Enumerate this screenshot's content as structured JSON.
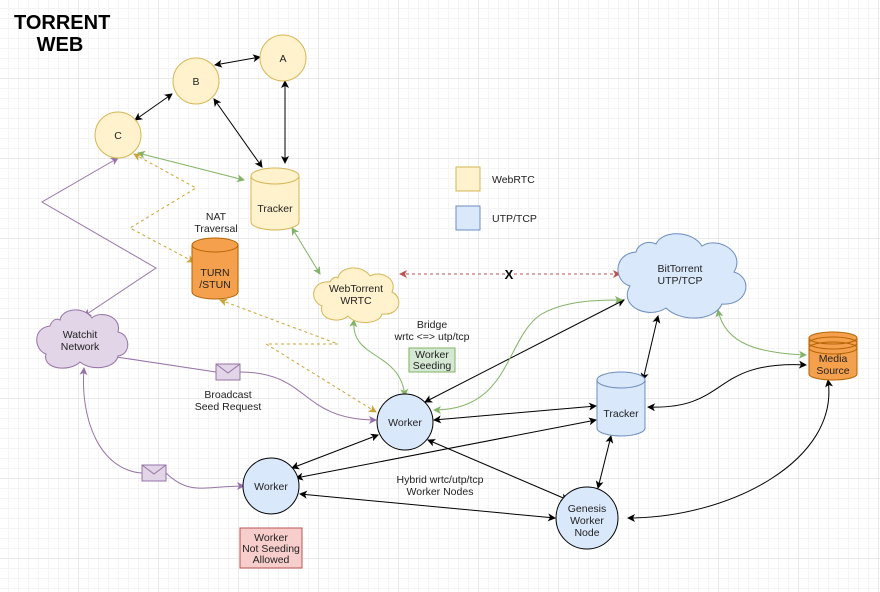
{
  "title_line1": "TORRENT",
  "title_line2": "WEB",
  "nodes": {
    "a": "A",
    "b": "B",
    "c": "C",
    "tracker_top": "Tracker",
    "turn_line1": "TURN",
    "turn_line2": "/STUN",
    "webtorrent_line1": "WebTorrent",
    "webtorrent_line2": "WRTC",
    "bittorrent_line1": "BitTorrent",
    "bittorrent_line2": "UTP/TCP",
    "watchit_line1": "Watchit",
    "watchit_line2": "Network",
    "media_line1": "Media",
    "media_line2": "Source",
    "tracker_bottom": "Tracker",
    "worker_main": "Worker",
    "worker_left": "Worker",
    "genesis_line1": "Genesis",
    "genesis_line2": "Worker",
    "genesis_line3": "Node"
  },
  "legend": {
    "webrtc": "WebRTC",
    "utp": "UTP/TCP",
    "webrtc_color": "#fff2cc",
    "utp_color": "#dae8fc"
  },
  "labels": {
    "nat_line1": "NAT",
    "nat_line2": "Traversal",
    "bridge_line1": "Bridge",
    "bridge_line2": "wrtc <=> utp/tcp",
    "seeding_line1": "Worker",
    "seeding_line2": "Seeding",
    "broadcast_line1": "Broadcast",
    "broadcast_line2": "Seed Request",
    "hybrid_line1": "Hybrid wrtc/utp/tcp",
    "hybrid_line2": "Worker Nodes",
    "notseeding_line1": "Worker",
    "notseeding_line2": "Not Seeding",
    "notseeding_line3": "Allowed",
    "x_mark": "X"
  },
  "colors": {
    "yellow_fill": "#fff2cc",
    "yellow_stroke": "#d6b656",
    "blue_fill": "#dae8fc",
    "blue_stroke": "#6c8ebf",
    "orange_fill": "#f5a04c",
    "orange_stroke": "#b46504",
    "purple_fill": "#e1d5e7",
    "purple_stroke": "#9673a6",
    "green_fill": "#d5e8d4",
    "green_stroke": "#82b366",
    "red_fill": "#f8cecc",
    "red_stroke": "#b85450"
  },
  "icons": {
    "envelope_top": "envelope-icon",
    "envelope_bottom": "envelope-icon"
  }
}
